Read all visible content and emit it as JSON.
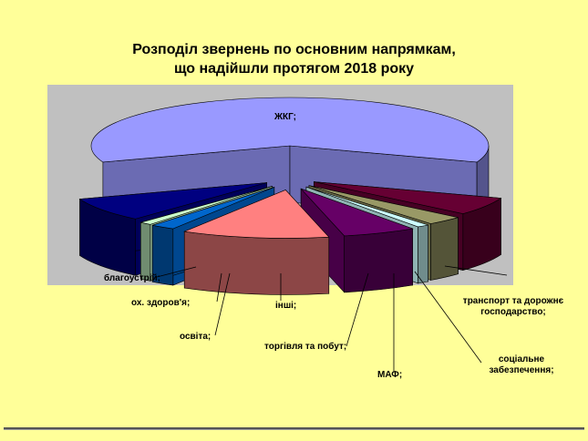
{
  "chart_data": {
    "type": "pie",
    "title_lines": [
      "Розподіл звернень по основним напрямкам,",
      "що надійшли протягом 2018 року"
    ],
    "slices": [
      {
        "label": "ЖКГ;",
        "value": 61,
        "color": "#9999FF"
      },
      {
        "label": "транспорт та дорожнє господарство;",
        "value": 6,
        "color": "#660033"
      },
      {
        "label": "соціальне забезпечення;",
        "value": 3,
        "color": "#999966"
      },
      {
        "label": "МАФ;",
        "value": 1,
        "color": "#CCFFFF"
      },
      {
        "label": "торгівля та побут;",
        "value": 6,
        "color": "#660066"
      },
      {
        "label": "інші;",
        "value": 12,
        "color": "#FF8080"
      },
      {
        "label": "освіта;",
        "value": 2,
        "color": "#0066CC"
      },
      {
        "label": "ох. здоров'я;",
        "value": 1,
        "color": "#CCFFCC"
      },
      {
        "label": "благоустрій;",
        "value": 8,
        "color": "#000080"
      }
    ]
  }
}
